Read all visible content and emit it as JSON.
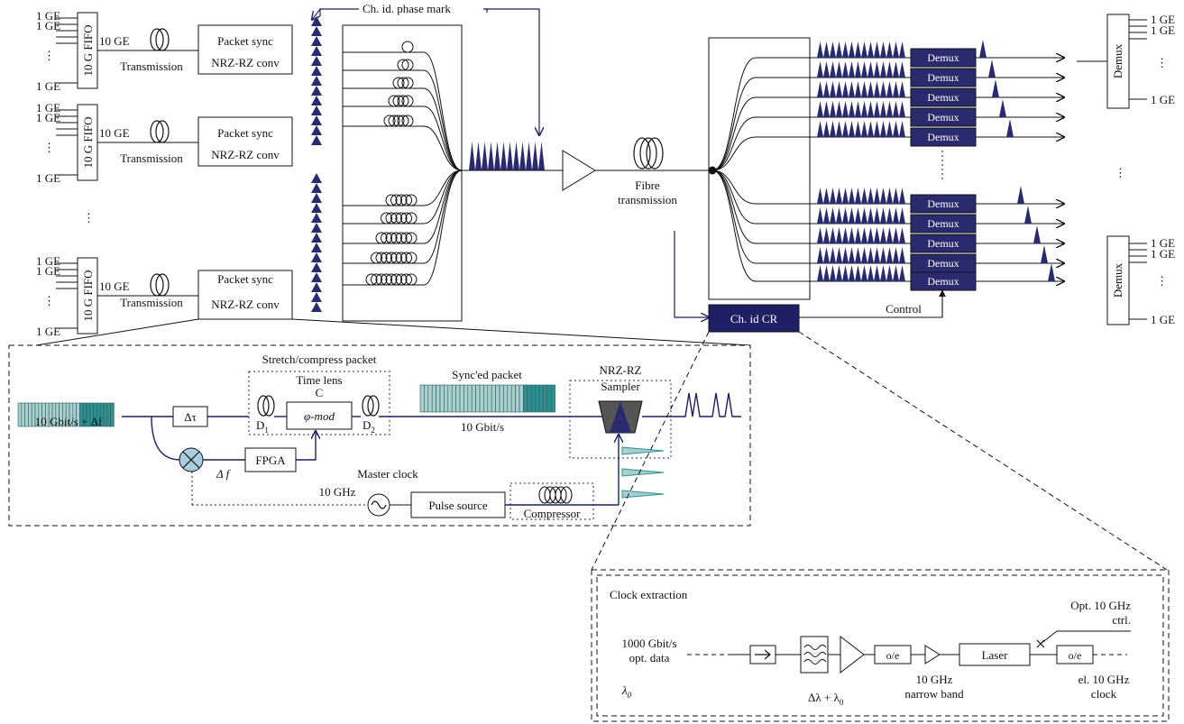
{
  "inputs": {
    "ge_labels": [
      "1 GE",
      "1 GE",
      "1 GE"
    ],
    "fifo_label": "10 G FIFO",
    "link_label": "10 GE",
    "transmission_label": "Transmission",
    "sync_line1": "Packet sync",
    "sync_line2": "NRZ-RZ conv"
  },
  "phase_mark_label": "Ch. id. phase mark",
  "fibre_label_1": "Fibre",
  "fibre_label_2": "transmission",
  "demux_label": "Demux",
  "chid_cr_label": "Ch. id CR",
  "control_label": "Control",
  "outputs": {
    "demux_label": "Demux",
    "ge_label": "1 GE"
  },
  "detail_sync": {
    "stretch_label": "Stretch/compress packet",
    "time_lens_label": "Time lens",
    "c_label": "C",
    "phimod_label": "φ-mod",
    "dtau_label": "Δτ",
    "d1_label": "D",
    "d1_sub": "1",
    "d2_label": "D",
    "d2_sub": "2",
    "input_rate_label": "10 Gbit/s + Δf",
    "fpga_label": "FPGA",
    "delta_f_label": "Δ",
    "delta_f_italic": "f",
    "master_clock_label": "Master clock",
    "clock_freq_label": "10 GHz",
    "pulse_source_label": "Pulse source",
    "compressor_label": "Compressor",
    "synced_label": "Sync'ed packet",
    "synced_rate_label": "10 Gbit/s",
    "nrzrz_label": "NRZ-RZ",
    "sampler_label": "Sampler"
  },
  "detail_clock": {
    "title": "Clock extraction",
    "data_rate_line1": "1000 Gbit/s",
    "data_rate_line2": "opt. data",
    "lambda_label": "λ",
    "lambda_sub": "0",
    "filter_label": "Δλ + λ",
    "filter_sub": "0",
    "oe1_label": "o/e",
    "narrow_line1": "10 GHz",
    "narrow_line2": "narrow band",
    "laser_label": "Laser",
    "oe2_label": "o/e",
    "ctrl_line1": "Opt. 10 GHz",
    "ctrl_line2": "ctrl.",
    "clock_line1": "el. 10 GHz",
    "clock_line2": "clock"
  },
  "colors": {
    "accent_navy": "#1f1f66",
    "pulse_navy": "#2a2a6e",
    "teal": "#2f8f8f",
    "light_teal": "#a8d0d0",
    "modulator_blue": "#aacde0",
    "line": "#111111"
  }
}
